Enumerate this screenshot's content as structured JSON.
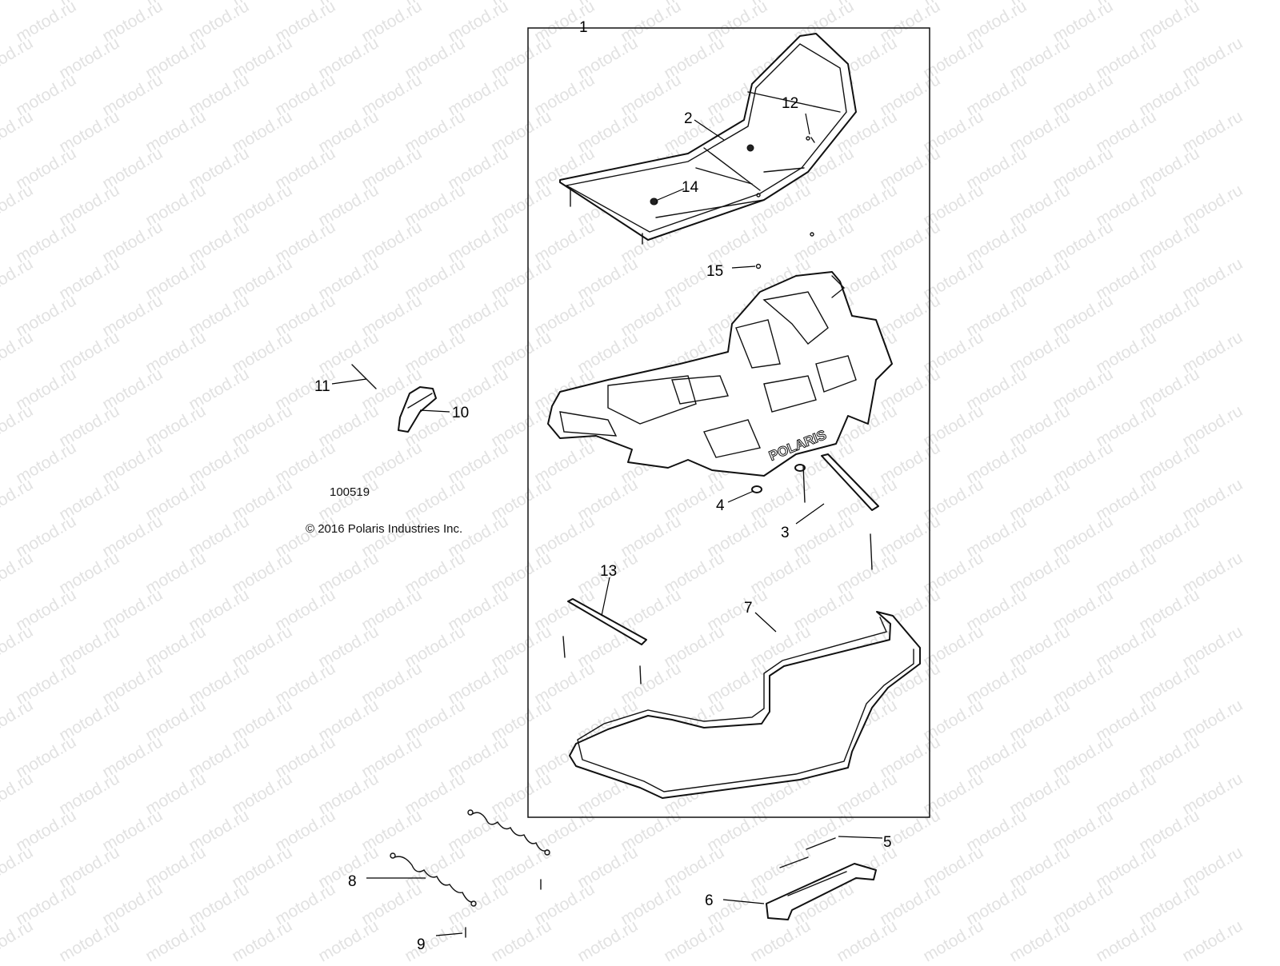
{
  "watermark": "motod.ru",
  "drawing_number": "100519",
  "copyright": "© 2016 Polaris Industries Inc.",
  "logo_text": "POLARIS",
  "callouts": [
    "1",
    "2",
    "3",
    "4",
    "5",
    "6",
    "7",
    "8",
    "9",
    "10",
    "11",
    "12",
    "13",
    "14",
    "15"
  ]
}
